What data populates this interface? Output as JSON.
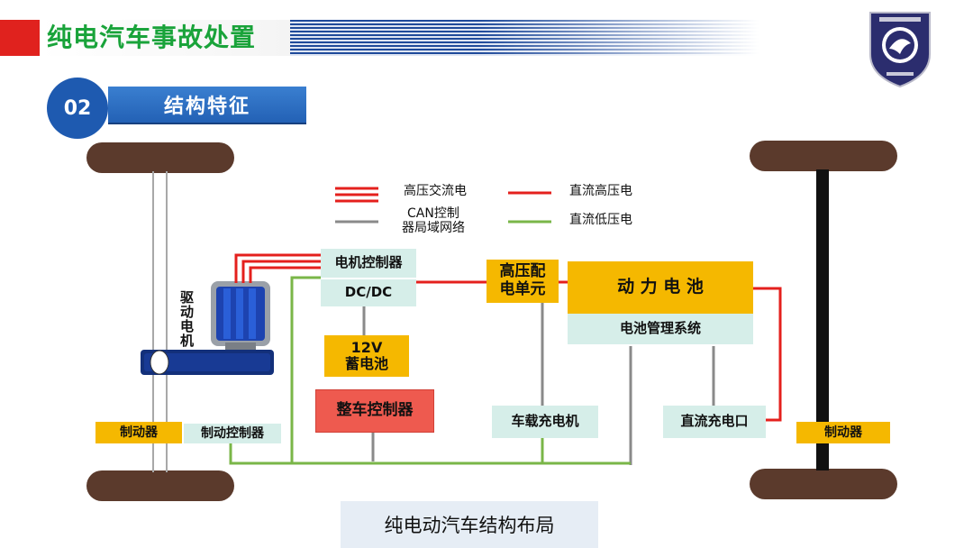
{
  "header": {
    "title": "纯电汽车事故处置"
  },
  "section": {
    "number": "02",
    "title": "结构特征"
  },
  "legend": {
    "hv_ac": "高压交流电",
    "dc_hv": "直流高压电",
    "can_line1": "CAN控制",
    "can_line2": "器局域网络",
    "dc_lv": "直流低压电"
  },
  "components": {
    "drive_motor": "驱动电机",
    "motor_controller": "电机控制器",
    "dcdc": "DC/DC",
    "battery12v_line1": "12V",
    "battery12v_line2": "蓄电池",
    "vcu": "整车控制器",
    "pdu_line1": "高压配",
    "pdu_line2": "电单元",
    "power_battery": "动 力 电 池",
    "bms": "电池管理系统",
    "onboard_charger": "车载充电机",
    "dc_charge_port": "直流充电口",
    "brake_left": "制动器",
    "brake_controller": "制动控制器",
    "brake_right": "制动器"
  },
  "caption": "纯电动汽车结构布局",
  "colors": {
    "hv_ac": "#e4201d",
    "dc_hv": "#e4201d",
    "can": "#8a8a8a",
    "dc_lv": "#7ab648",
    "yellow_box": "#f5b800",
    "light_box": "#d6eee9",
    "red_box": "#ee5a4f",
    "wheel": "#5b3a2c",
    "title_green": "#19a33a",
    "accent_blue": "#1e5ab0",
    "accent_red": "#e0221e"
  }
}
